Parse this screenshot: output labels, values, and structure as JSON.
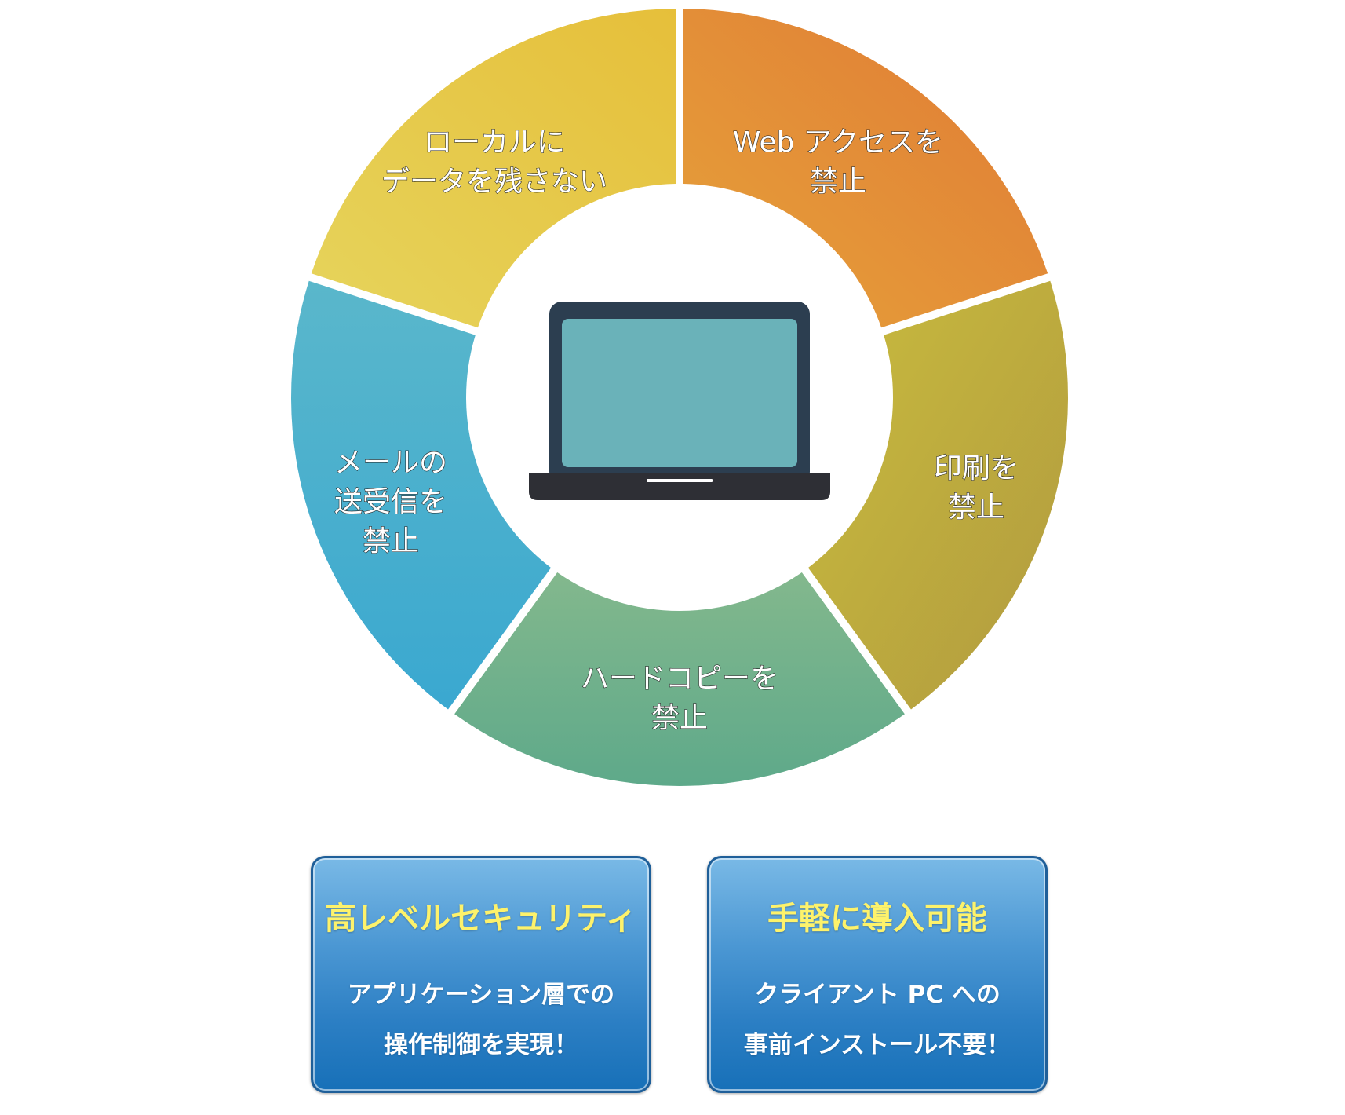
{
  "diagram": {
    "segments": [
      {
        "lines": [
          "ローカルに",
          "データを残さない"
        ],
        "color_outer": "#e6bf3a",
        "color_inner": "#e6d45c"
      },
      {
        "lines": [
          "Web アクセスを",
          "禁止"
        ],
        "color_outer": "#e07a35",
        "color_inner": "#e6a23a"
      },
      {
        "lines": [
          "印刷を",
          "禁止"
        ],
        "color_outer": "#b19a3f",
        "color_inner": "#c9bc3e"
      },
      {
        "lines": [
          "ハードコピーを",
          "禁止"
        ],
        "color_outer": "#5ea98a",
        "color_inner": "#83b88d"
      },
      {
        "lines": [
          "メールの",
          "送受信を",
          "禁止"
        ],
        "color_outer": "#3aa8d0",
        "color_inner": "#5ab7cb"
      }
    ],
    "center_icon": "laptop-icon",
    "laptop_colors": {
      "frame": "#2c3e50",
      "screen": "#6ab2b9",
      "base": "#2e2f35",
      "notch": "#ffffff"
    }
  },
  "cards": [
    {
      "title": "高レベルセキュリティ",
      "lines": [
        "アプリケーション層での",
        "操作制御を実現！"
      ]
    },
    {
      "title": "手軽に導入可能",
      "lines": [
        "クライアント PC への",
        "事前インストール不要！"
      ]
    }
  ]
}
